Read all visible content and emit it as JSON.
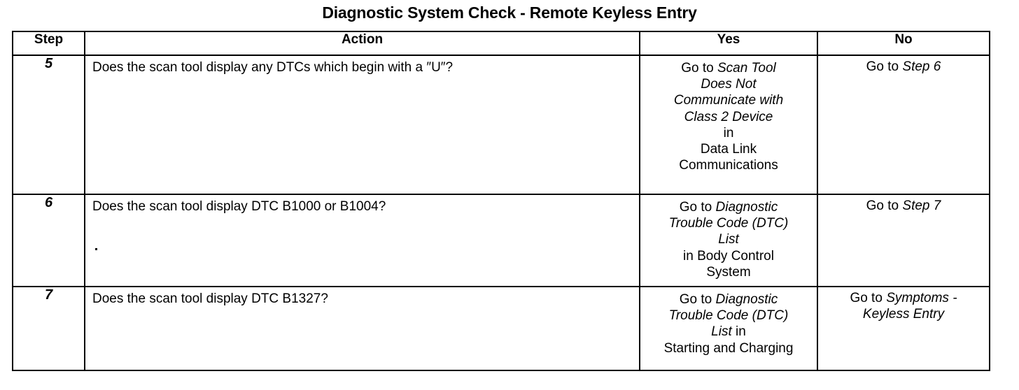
{
  "document": {
    "title": "Diagnostic System Check - Remote Keyless Entry",
    "text_color": "#000000",
    "background_color": "#ffffff"
  },
  "table": {
    "headers": {
      "step": "Step",
      "action": "Action",
      "yes": "Yes",
      "no": "No"
    },
    "rows": [
      {
        "step": "5",
        "action": "Does the scan tool display any DTCs which begin with a ″U″?",
        "yes": {
          "lines": [
            {
              "parts": [
                {
                  "text": "Go to ",
                  "style": "normal"
                },
                {
                  "text": "Scan Tool",
                  "style": "italic"
                }
              ]
            },
            {
              "parts": [
                {
                  "text": "Does Not",
                  "style": "italic"
                }
              ]
            },
            {
              "parts": [
                {
                  "text": "Communicate with",
                  "style": "italic"
                }
              ]
            },
            {
              "parts": [
                {
                  "text": "Class 2 Device",
                  "style": "italic"
                }
              ]
            },
            {
              "parts": [
                {
                  "text": "in",
                  "style": "normal"
                }
              ]
            },
            {
              "parts": [
                {
                  "text": "Data Link",
                  "style": "normal"
                }
              ]
            },
            {
              "parts": [
                {
                  "text": "Communications",
                  "style": "normal"
                }
              ]
            }
          ],
          "plain": "Go to Scan Tool Does Not Communicate with Class 2 Device in Data Link Communications"
        },
        "no": {
          "lines": [
            {
              "parts": [
                {
                  "text": "Go to ",
                  "style": "normal"
                },
                {
                  "text": "Step 6",
                  "style": "italic"
                }
              ]
            }
          ],
          "plain": "Go to Step 6",
          "valign": "bottom"
        }
      },
      {
        "step": "6",
        "action": "Does the scan tool display DTC B1000 or B1004?",
        "yes": {
          "lines": [
            {
              "parts": [
                {
                  "text": "Go to ",
                  "style": "normal"
                },
                {
                  "text": "Diagnostic",
                  "style": "italic"
                }
              ]
            },
            {
              "parts": [
                {
                  "text": "Trouble Code (DTC)",
                  "style": "italic"
                }
              ]
            },
            {
              "parts": [
                {
                  "text": "List",
                  "style": "italic"
                }
              ]
            },
            {
              "parts": [
                {
                  "text": "in Body Control",
                  "style": "normal"
                }
              ]
            },
            {
              "parts": [
                {
                  "text": "System",
                  "style": "normal"
                }
              ]
            }
          ],
          "plain": "Go to Diagnostic Trouble Code (DTC) List in Body Control System"
        },
        "no": {
          "lines": [
            {
              "parts": [
                {
                  "text": "Go to ",
                  "style": "normal"
                },
                {
                  "text": "Step 7",
                  "style": "italic"
                }
              ]
            }
          ],
          "plain": "Go to Step 7",
          "valign": "bottom"
        }
      },
      {
        "step": "7",
        "action": "Does the scan tool display DTC B1327?",
        "yes": {
          "lines": [
            {
              "parts": [
                {
                  "text": "Go to ",
                  "style": "normal"
                },
                {
                  "text": "Diagnostic",
                  "style": "italic"
                }
              ]
            },
            {
              "parts": [
                {
                  "text": "Trouble Code (DTC)",
                  "style": "italic"
                }
              ]
            },
            {
              "parts": [
                {
                  "text": "List",
                  "style": "italic"
                },
                {
                  "text": "  in",
                  "style": "normal"
                }
              ]
            },
            {
              "parts": [
                {
                  "text": "Starting and Charging",
                  "style": "normal"
                }
              ]
            }
          ],
          "plain": "Go to Diagnostic Trouble Code (DTC) List in Starting and Charging"
        },
        "no": {
          "lines": [
            {
              "parts": [
                {
                  "text": "Go to ",
                  "style": "normal"
                },
                {
                  "text": "Symptoms -",
                  "style": "italic"
                }
              ]
            },
            {
              "parts": [
                {
                  "text": "Keyless Entry",
                  "style": "italic"
                }
              ]
            }
          ],
          "plain": "Go to Symptoms - Keyless Entry",
          "valign": "middle"
        }
      }
    ]
  }
}
